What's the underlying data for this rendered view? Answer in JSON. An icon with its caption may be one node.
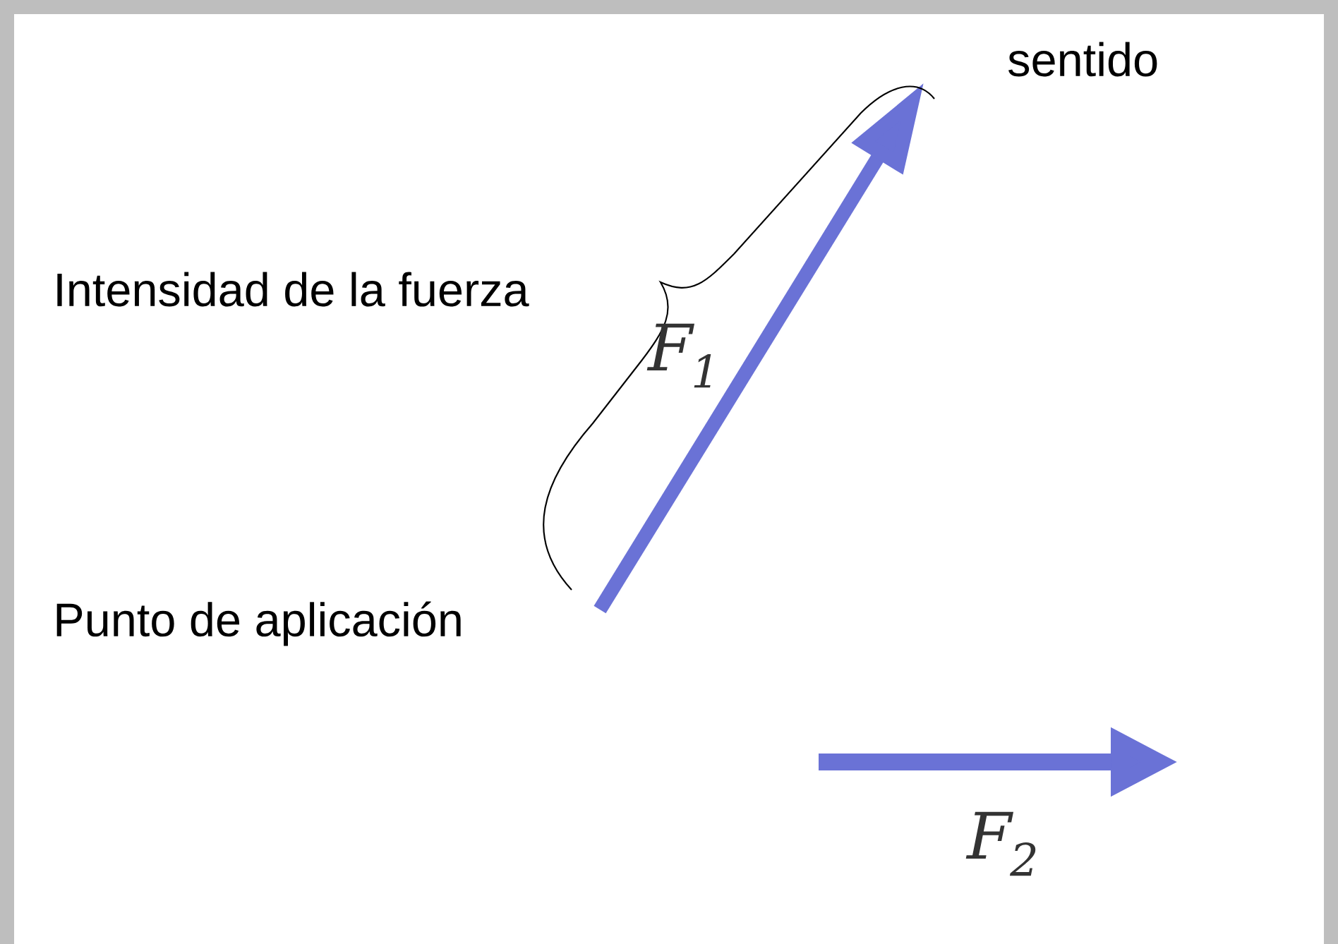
{
  "diagram": {
    "labels": [
      "sentido",
      "Intensidad de la fuerza",
      "F$_{1}$",
      "Punto de aplicación",
      "F$_{2}$"
    ]
  }
}
